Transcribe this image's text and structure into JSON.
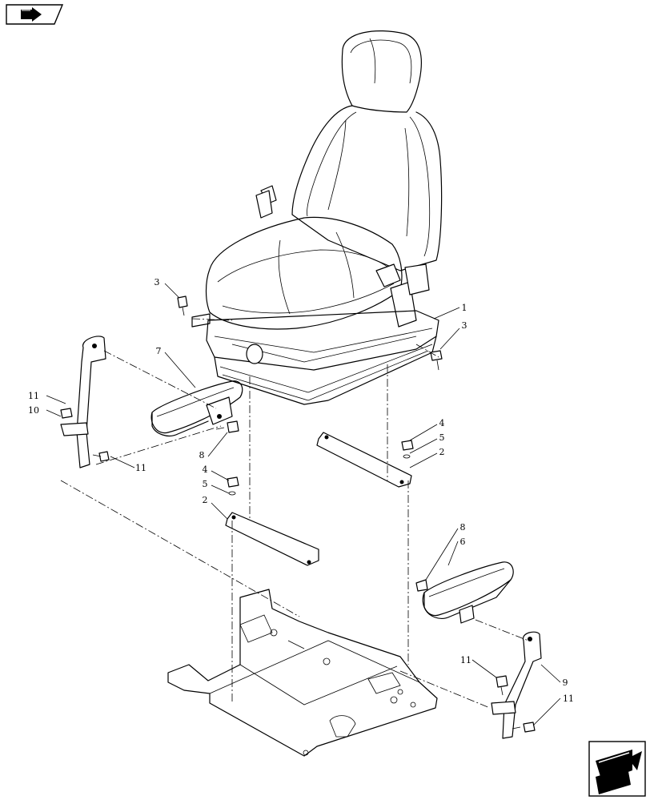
{
  "callouts": [
    {
      "id": "c3a",
      "label": "3"
    },
    {
      "id": "c1",
      "label": "1"
    },
    {
      "id": "c3b",
      "label": "3"
    },
    {
      "id": "c7",
      "label": "7"
    },
    {
      "id": "c11a",
      "label": "11"
    },
    {
      "id": "c10",
      "label": "10"
    },
    {
      "id": "c11b",
      "label": "11"
    },
    {
      "id": "c8a",
      "label": "8"
    },
    {
      "id": "c4a",
      "label": "4"
    },
    {
      "id": "c5a",
      "label": "5"
    },
    {
      "id": "c2a",
      "label": "2"
    },
    {
      "id": "c4b",
      "label": "4"
    },
    {
      "id": "c5b",
      "label": "5"
    },
    {
      "id": "c2b",
      "label": "2"
    },
    {
      "id": "c8b",
      "label": "8"
    },
    {
      "id": "c6",
      "label": "6"
    },
    {
      "id": "c11c",
      "label": "11"
    },
    {
      "id": "c9",
      "label": "9"
    },
    {
      "id": "c11d",
      "label": "11"
    }
  ],
  "icons": {
    "top_left": "book-icon",
    "bottom_right": "next-page-arrow-icon"
  }
}
